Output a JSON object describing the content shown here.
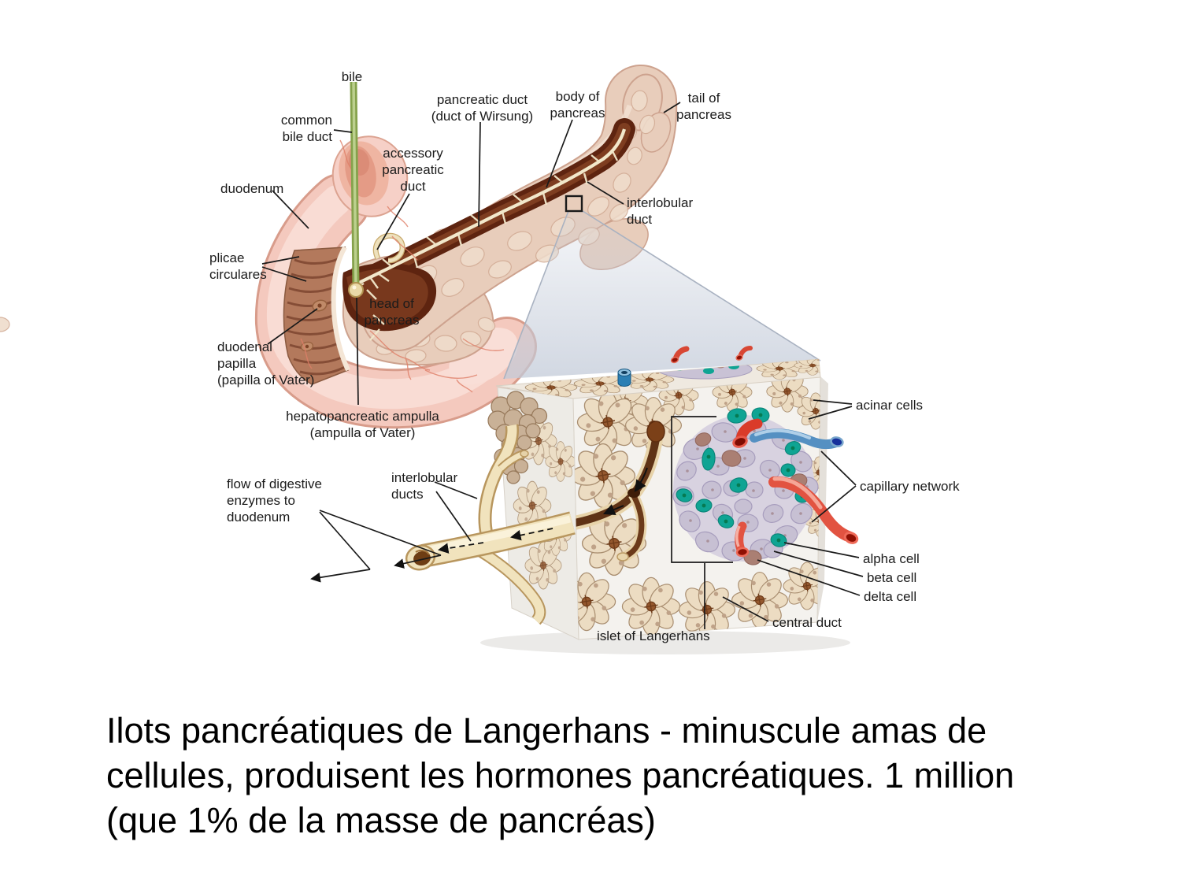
{
  "figure": {
    "anatomy_labels": {
      "bile": "bile",
      "common_bile_duct": "common\nbile duct",
      "duodenum": "duodenum",
      "plicae_circulares": "plicae\ncirculares",
      "duodenal_papilla": "duodenal\npapilla\n(papilla of Vater)",
      "hepatopancreatic_ampulla": "hepatopancreatic ampulla\n(ampulla of Vater)",
      "head_of_pancreas": "head of\npancreas",
      "accessory_pancreatic_duct": "accessory\npancreatic\nduct",
      "pancreatic_duct": "pancreatic duct\n(duct of Wirsung)",
      "body_of_pancreas": "body of\npancreas",
      "tail_of_pancreas": "tail of\npancreas",
      "interlobular_duct": "interlobular\nduct"
    },
    "micro_labels": {
      "flow_of_digestive_enzymes": "flow of digestive\nenzymes to\nduodenum",
      "interlobular_ducts": "interlobular\nducts",
      "acinar_cells": "acinar cells",
      "capillary_network": "capillary network",
      "alpha_cell": "alpha cell",
      "beta_cell": "beta cell",
      "delta_cell": "delta cell",
      "central_duct": "central duct",
      "islet_of_langerhans": "islet of Langerhans"
    },
    "colors": {
      "label_text": "#1b1b1b",
      "caption_text": "#000000",
      "background": "#ffffff",
      "pancreas": "#e8cdbb",
      "duodenum": "#f4c9be",
      "duct_cream": "#f1e3bd",
      "bile_green": "#85a24c",
      "islet_lavender": "#c7c0d3",
      "alpha_teal": "#0fa493",
      "delta_brown": "#aa7f73",
      "capillary_red": "#da3b2a",
      "capillary_blue": "#5590c2",
      "zoom_gray": "#c4ccda"
    }
  },
  "caption": {
    "text": "Ilots pancréatiques de Langerhans - minuscule amas de\ncellules, produisent les hormones pancréatiques. 1 million\n(que 1% de la masse de pancréas)"
  }
}
